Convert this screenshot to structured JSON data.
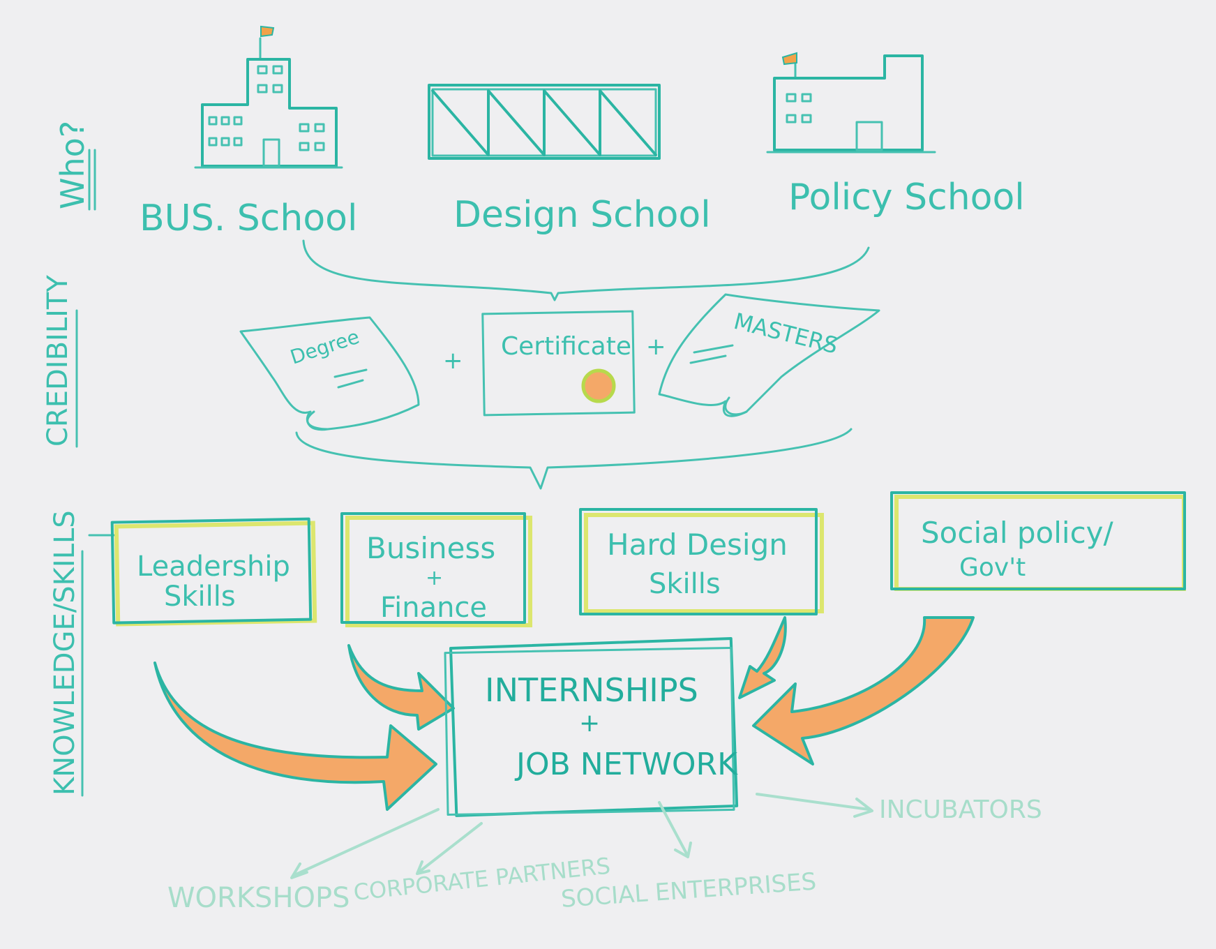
{
  "rows": {
    "who": "Who?",
    "credibility": "CREDIBILITY",
    "knowledge_skills": "KNOWLEDGE/SKILLS"
  },
  "schools": [
    {
      "label": "BUS. School",
      "icon": "school-building-icon"
    },
    {
      "label": "Design School",
      "icon": "design-school-building-icon"
    },
    {
      "label": "Policy School",
      "icon": "school-building-icon"
    }
  ],
  "credentials": {
    "degree": "Degree",
    "plus_1": "+",
    "certificate": "Certificate",
    "plus_2": "+",
    "masters": "MASTERS"
  },
  "skills": [
    {
      "line1": "Leadership",
      "line2": "Skills"
    },
    {
      "line1": "Business",
      "line2": "+",
      "line3": "Finance"
    },
    {
      "line1": "Hard Design",
      "line2": "Skills"
    },
    {
      "line1": "Social policy/",
      "line2": "Gov't"
    }
  ],
  "hub": {
    "line1": "INTERNSHIPS",
    "line2": "+",
    "line3": "JOB NETWORK"
  },
  "outputs": {
    "incubators": "INCUBATORS",
    "workshops": "WORKSHOPS",
    "corporate_partners": "CORPORATE PARTNERS",
    "social_enterprises": "SOCIAL ENTERPRISES"
  },
  "colors": {
    "ink": "#2bb5a3",
    "faint_ink": "#a9dfcd",
    "highlighter": "#d7e44e",
    "orange": "#f4a868",
    "paper": "#efeff1"
  }
}
